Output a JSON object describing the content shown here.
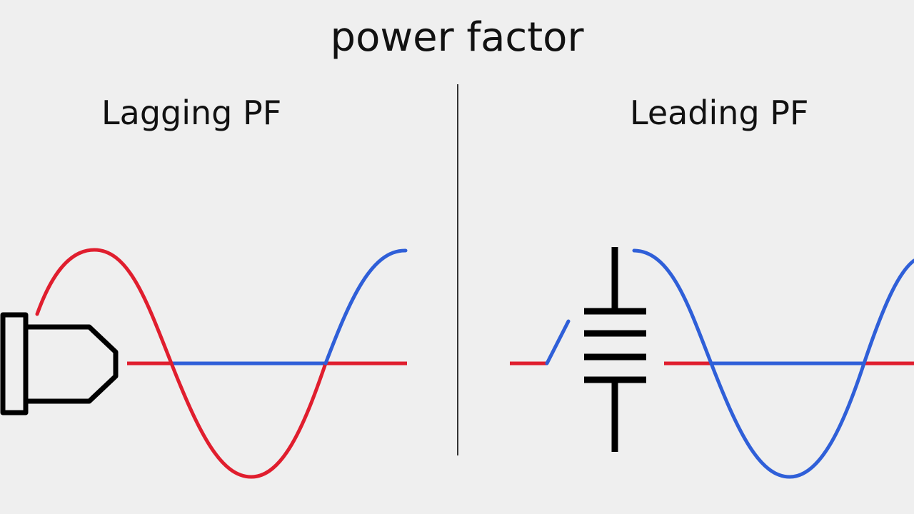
{
  "title": "power factor",
  "panels": {
    "left": {
      "heading": "Lagging PF"
    },
    "right": {
      "heading": "Leading PF"
    }
  },
  "colors": {
    "background": "#efefef",
    "red_wave": "#e01e2e",
    "blue_wave": "#2f5fd8",
    "divider": "#333333",
    "symbol": "#000000"
  },
  "icons": {
    "left_symbol": "plug-icon",
    "right_symbol": "capacitor-icon"
  }
}
